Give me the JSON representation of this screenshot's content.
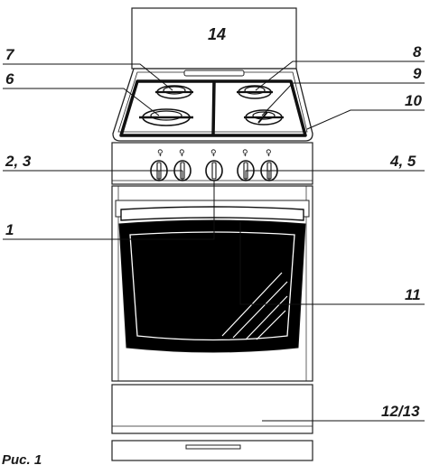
{
  "figure": {
    "caption": "Рис. 1"
  },
  "callouts": {
    "c14": "14",
    "c7": "7",
    "c6": "6",
    "c8": "8",
    "c9": "9",
    "c10": "10",
    "c23": "2, 3",
    "c45": "4, 5",
    "c1": "1",
    "c11": "11",
    "c1213": "12/13"
  },
  "colors": {
    "ink": "#1a1a1a",
    "glass": "#000000",
    "body": "#ffffff"
  }
}
